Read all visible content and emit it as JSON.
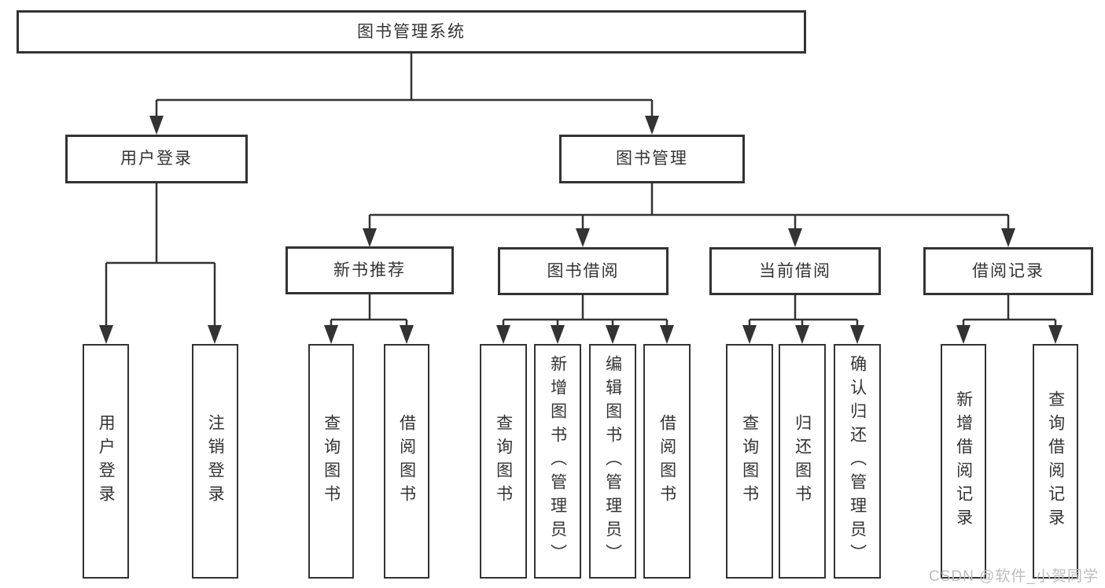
{
  "diagram": {
    "root": {
      "label": "图书管理系统",
      "children": [
        {
          "label": "用户登录",
          "children": [
            {
              "label": "用户登录"
            },
            {
              "label": "注销登录"
            }
          ]
        },
        {
          "label": "图书管理",
          "children": [
            {
              "label": "新书推荐",
              "children": [
                {
                  "label": "查询图书"
                },
                {
                  "label": "借阅图书"
                }
              ]
            },
            {
              "label": "图书借阅",
              "children": [
                {
                  "label": "查询图书"
                },
                {
                  "label": "新增图书（管理员）"
                },
                {
                  "label": "编辑图书（管理员）"
                },
                {
                  "label": "借阅图书"
                }
              ]
            },
            {
              "label": "当前借阅",
              "children": [
                {
                  "label": "查询图书"
                },
                {
                  "label": "归还图书"
                },
                {
                  "label": "确认归还（管理员）"
                }
              ]
            },
            {
              "label": "借阅记录",
              "children": [
                {
                  "label": "新增借阅记录"
                },
                {
                  "label": "查询借阅记录"
                }
              ]
            }
          ]
        }
      ]
    }
  },
  "watermark": {
    "text": "CSDN @软件_小贺同学"
  },
  "colors": {
    "line": "#333333",
    "text": "#333333",
    "background": "#ffffff",
    "watermark": "#bdbdbd"
  }
}
